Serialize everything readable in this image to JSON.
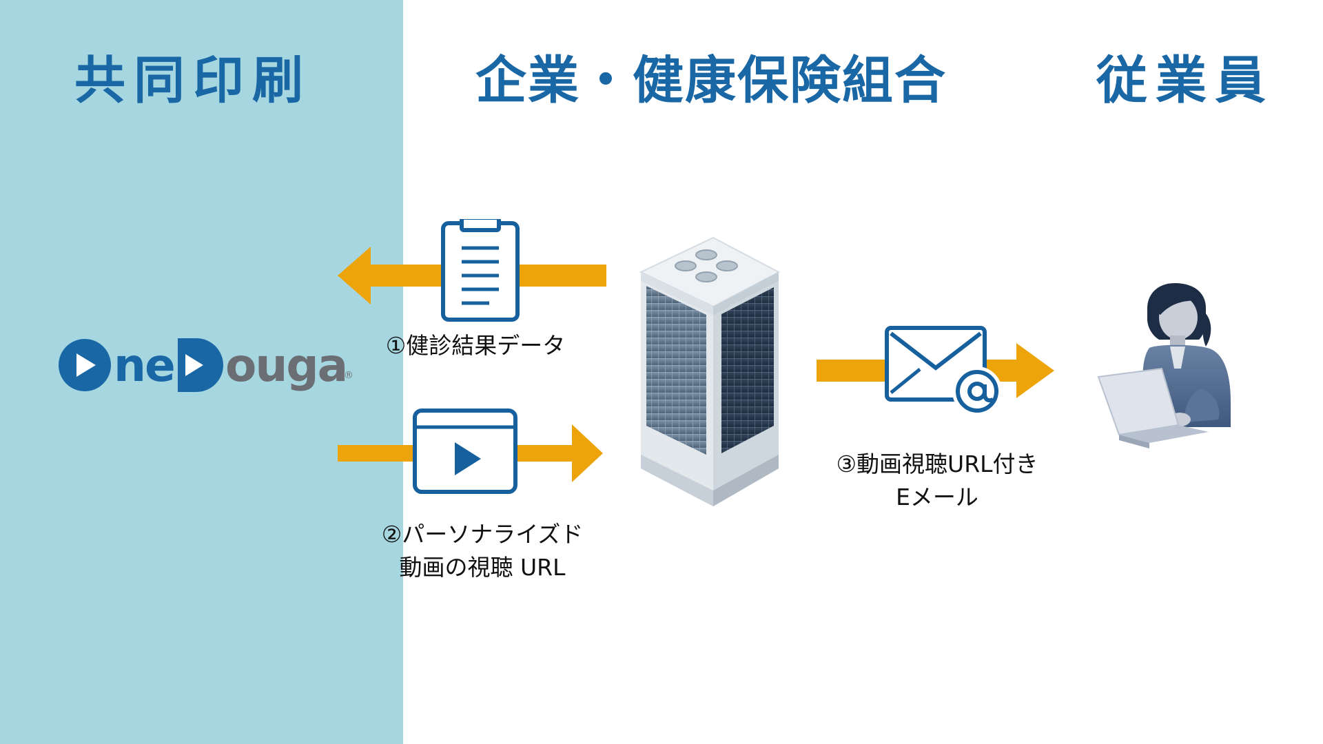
{
  "headings": {
    "left": "共同印刷",
    "middle": "企業・健康保険組合",
    "right": "従業員"
  },
  "logo": {
    "text_part1": "ne",
    "text_part2": "ouga",
    "registered": "®"
  },
  "captions": {
    "step1": "①健診結果データ",
    "step2_line1": "②パーソナライズド",
    "step2_line2": "動画の視聴 URL",
    "step3_line1": "③動画視聴URL付き",
    "step3_line2": "Eメール"
  },
  "colors": {
    "left_panel": "#a6d7e1",
    "heading": "#1a67a6",
    "arrow": "#eda40b",
    "icon_blue": "#16609e",
    "logo_blue": "#1a67a6",
    "logo_gray": "#6b6e73"
  },
  "icons": {
    "clipboard": "clipboard-icon",
    "video_player": "video-player-icon",
    "office_building": "office-building-icon",
    "email_at": "email-at-icon",
    "employee_laptop": "employee-laptop-icon"
  }
}
